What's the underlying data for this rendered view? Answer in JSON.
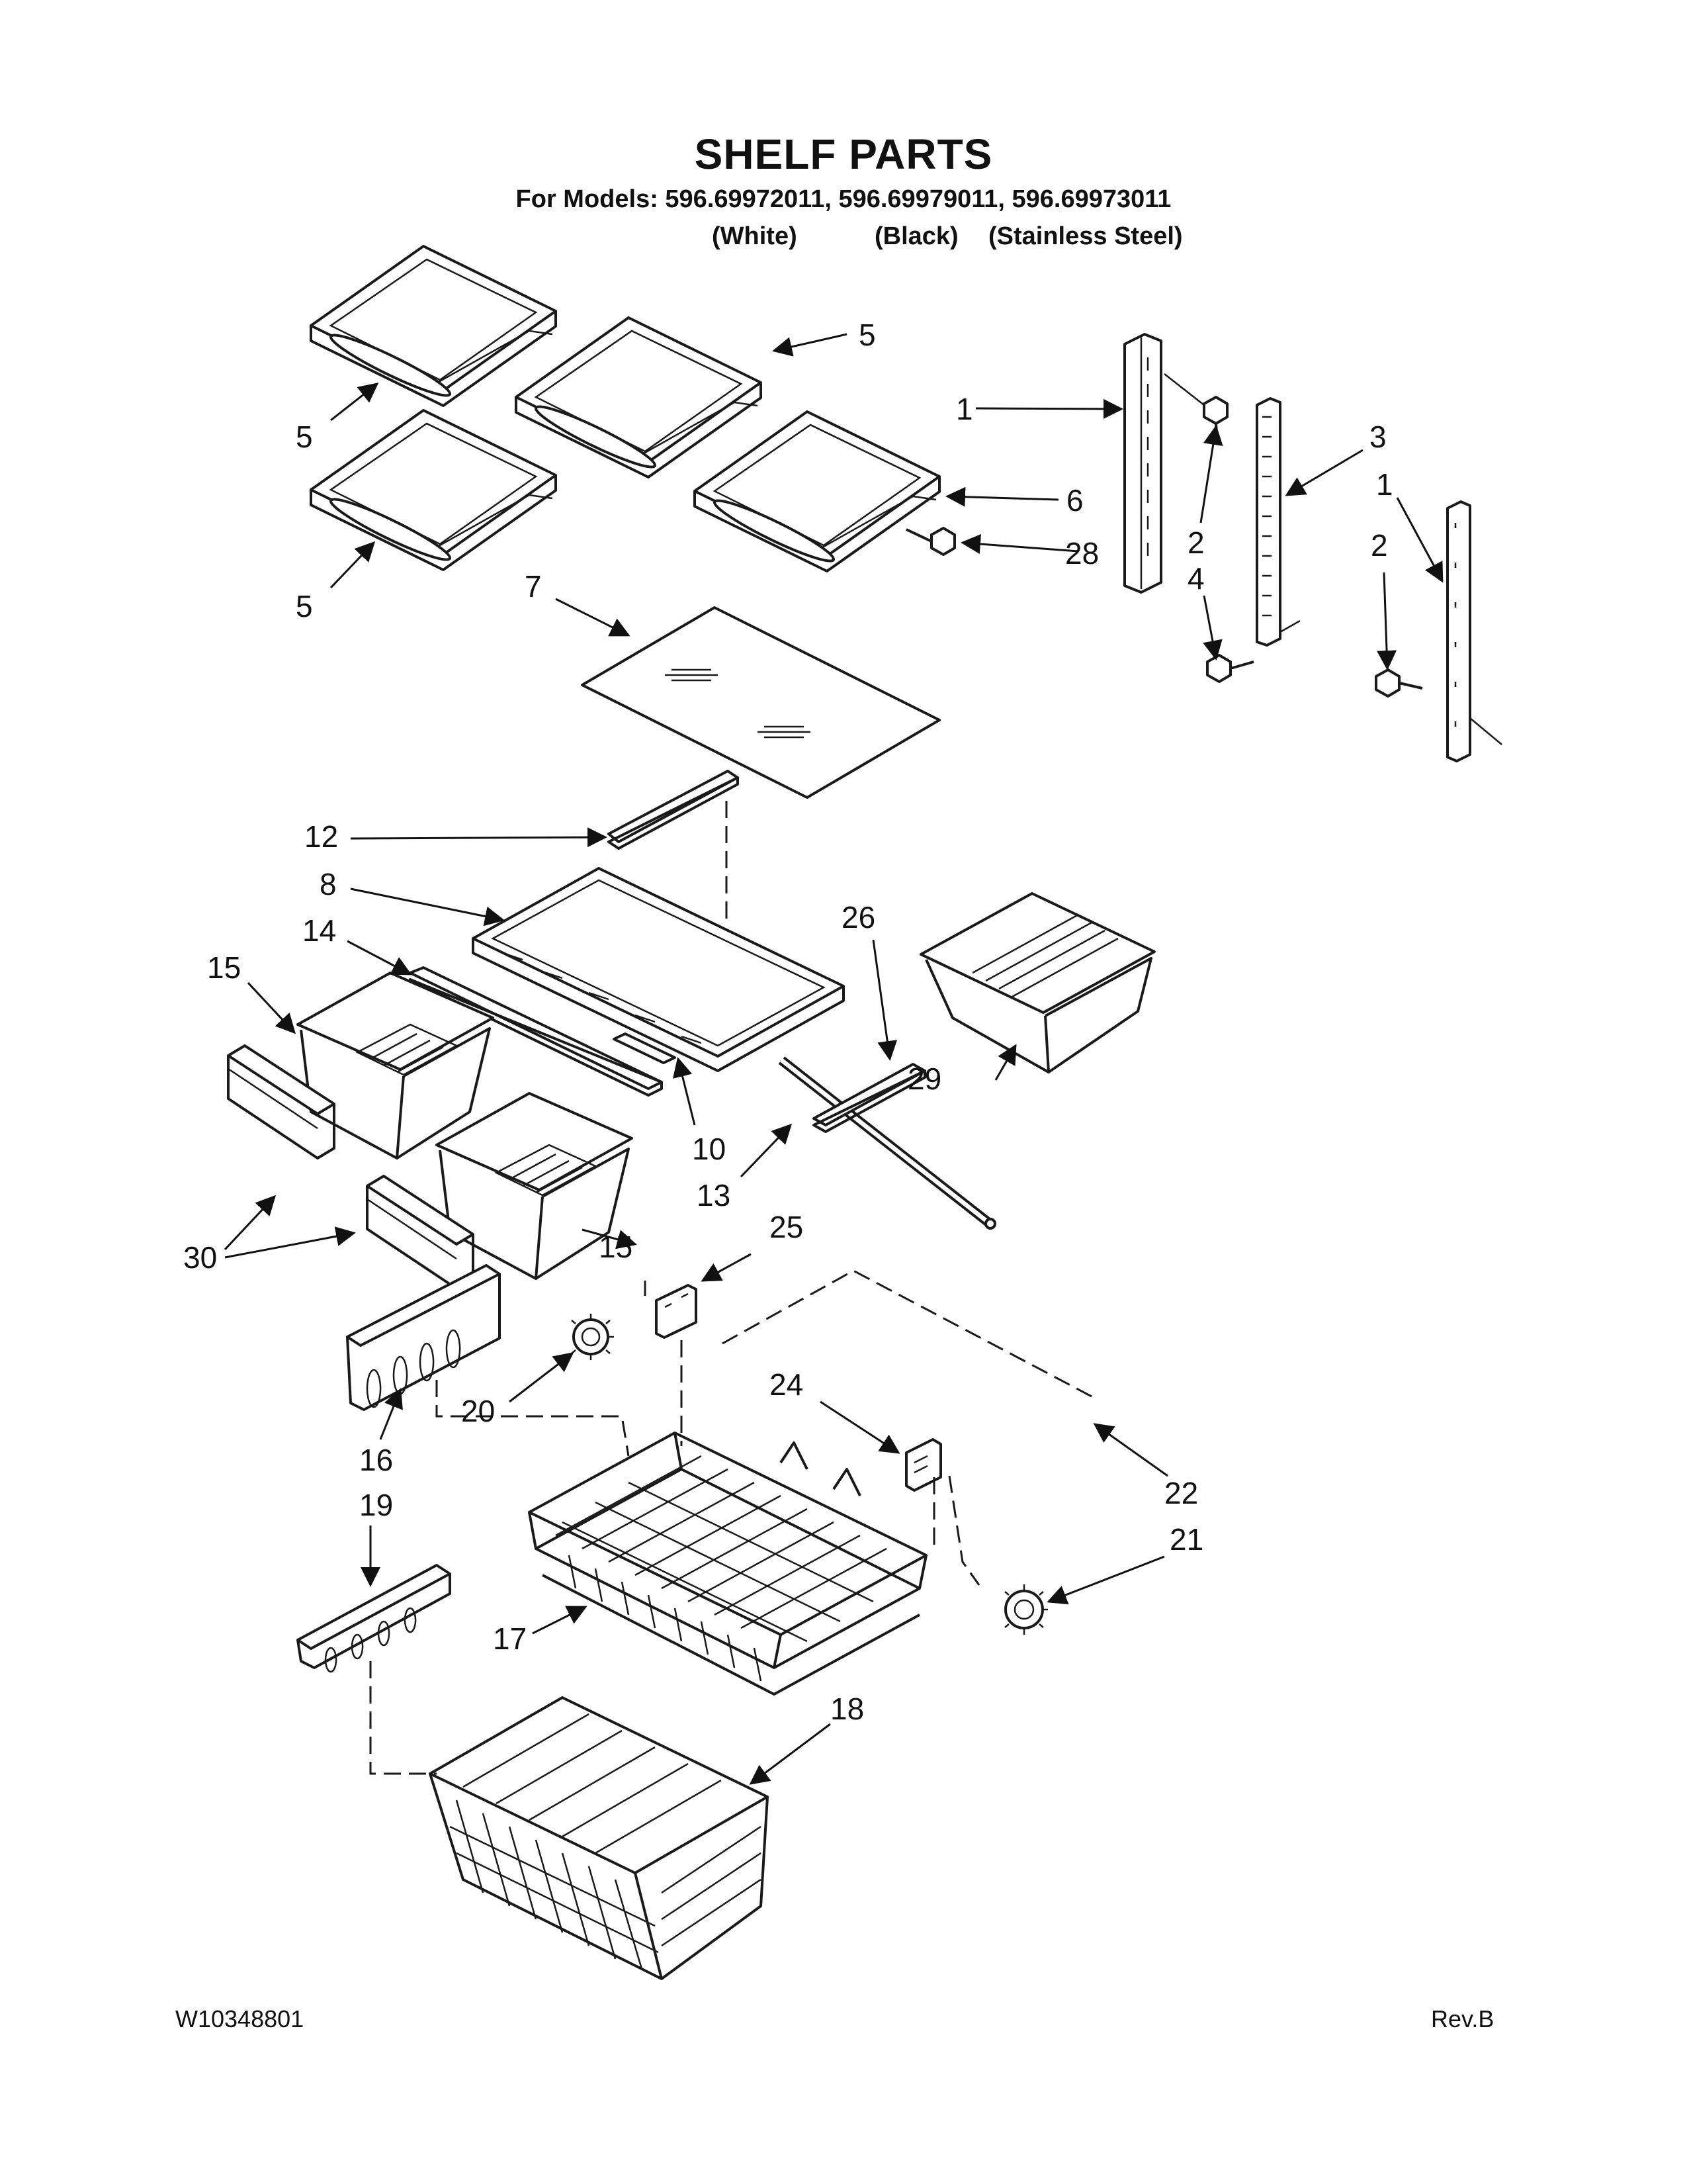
{
  "header": {
    "title": "SHELF PARTS",
    "models_line": "For Models: 596.69972011, 596.69979011, 596.69973011",
    "variants": [
      "(White)",
      "(Black)",
      "(Stainless Steel)"
    ]
  },
  "footer": {
    "doc_number": "W10348801",
    "revision": "Rev.B"
  },
  "callouts": [
    "1",
    "2",
    "3",
    "4",
    "5",
    "6",
    "7",
    "8",
    "10",
    "12",
    "13",
    "14",
    "15",
    "16",
    "17",
    "18",
    "19",
    "20",
    "21",
    "22",
    "24",
    "25",
    "26",
    "28",
    "29",
    "30"
  ]
}
